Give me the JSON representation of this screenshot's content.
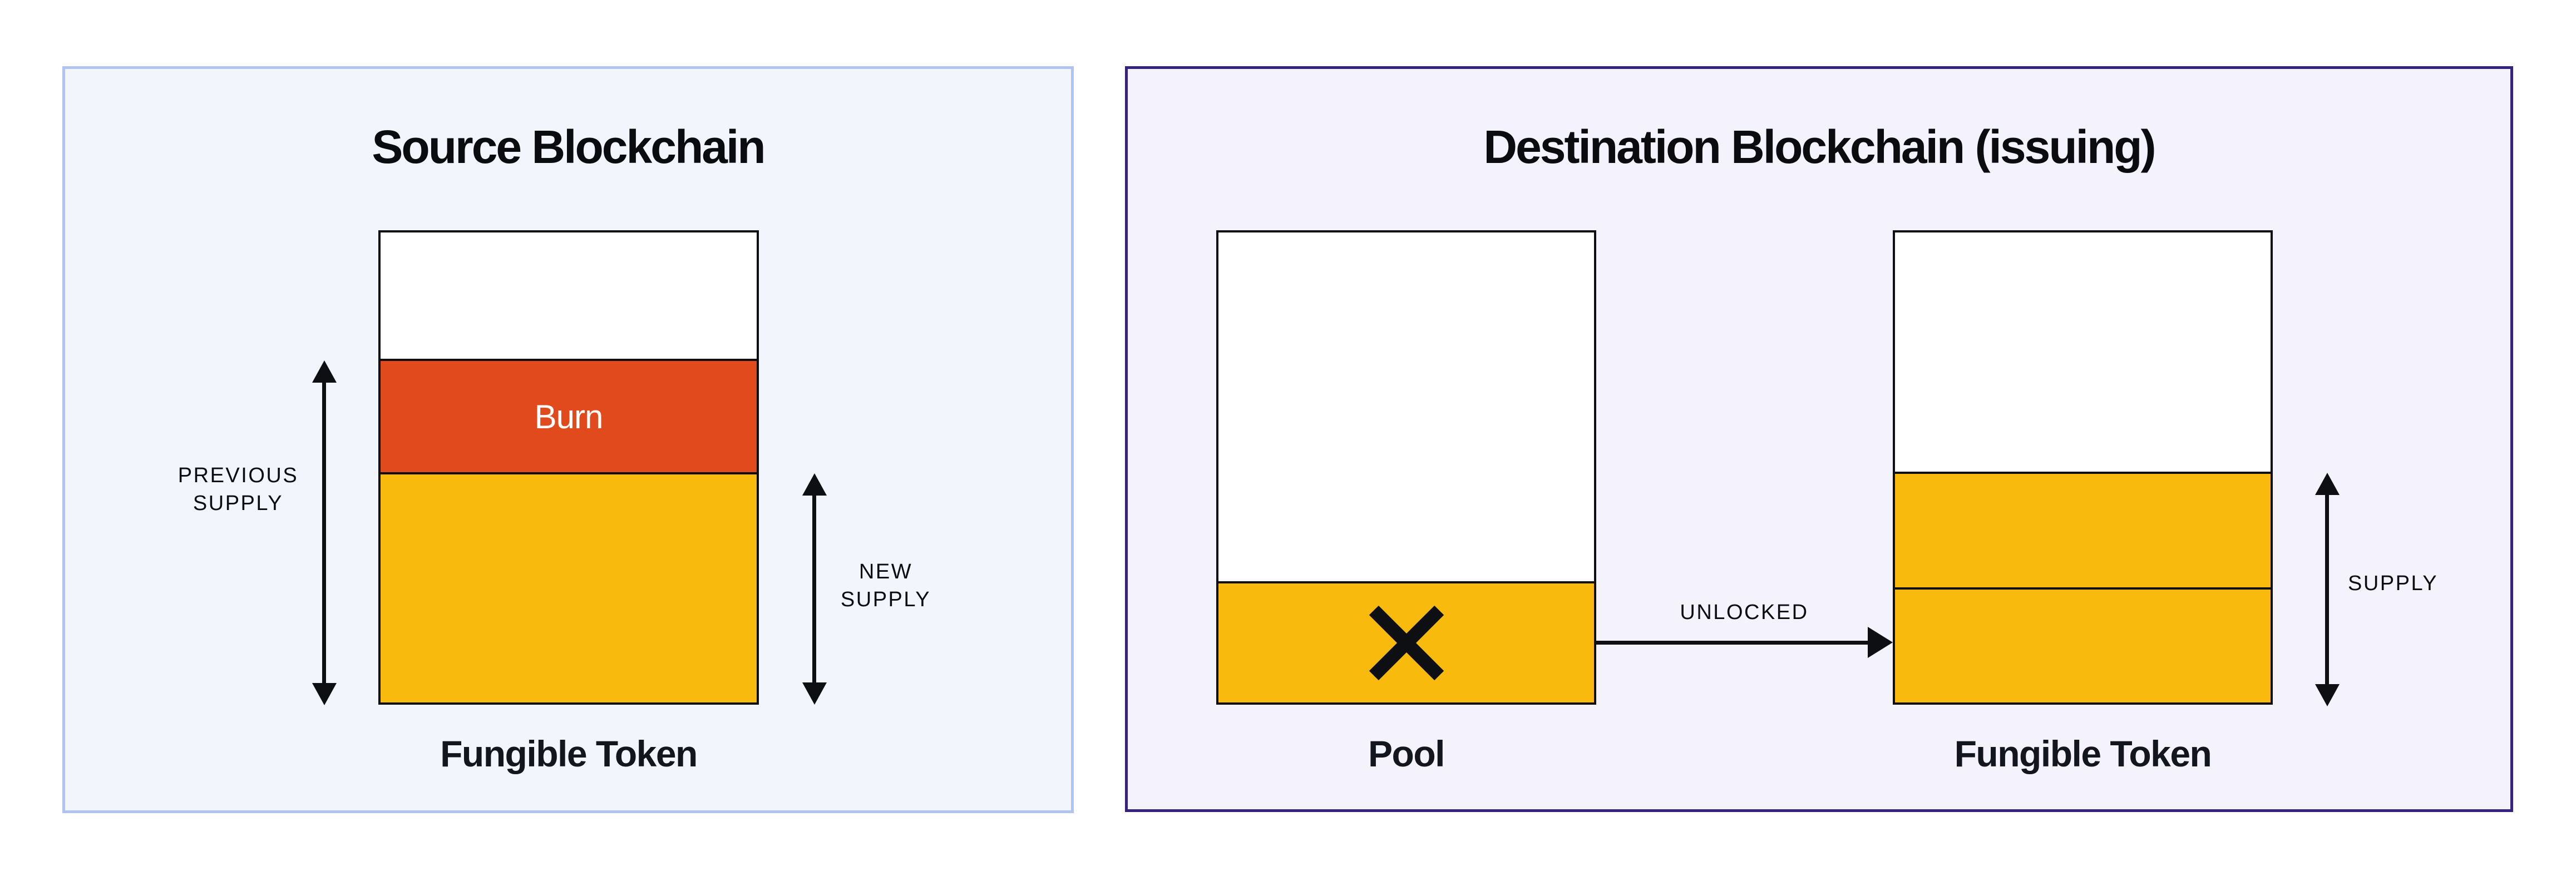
{
  "source_panel": {
    "title": "Source Blockchain",
    "burn_label": "Burn",
    "bar_caption": "Fungible Token",
    "previous_supply_line1": "PREVIOUS",
    "previous_supply_line2": "SUPPLY",
    "new_supply_line1": "NEW",
    "new_supply_line2": "SUPPLY"
  },
  "destination_panel": {
    "title": "Destination Blockchain (issuing)",
    "pool_caption": "Pool",
    "token_caption": "Fungible Token",
    "unlocked_label": "UNLOCKED",
    "supply_label": "SUPPLY"
  },
  "icons": {
    "pool_cross": "x-mark",
    "supply_arrows": "double-headed-arrow",
    "unlocked_arrow": "right-arrow"
  },
  "colors": {
    "source_panel_bg": "#F2F5FC",
    "source_panel_border": "#AFC4F1",
    "destination_panel_bg": "#F4F2FC",
    "destination_panel_border": "#34227E",
    "token_yellow": "#F7BA0D",
    "burn_orange": "#E04A1C",
    "outline_black": "#0E0F12",
    "title_black": "#0B0C10",
    "text_dark": "#14161F"
  }
}
